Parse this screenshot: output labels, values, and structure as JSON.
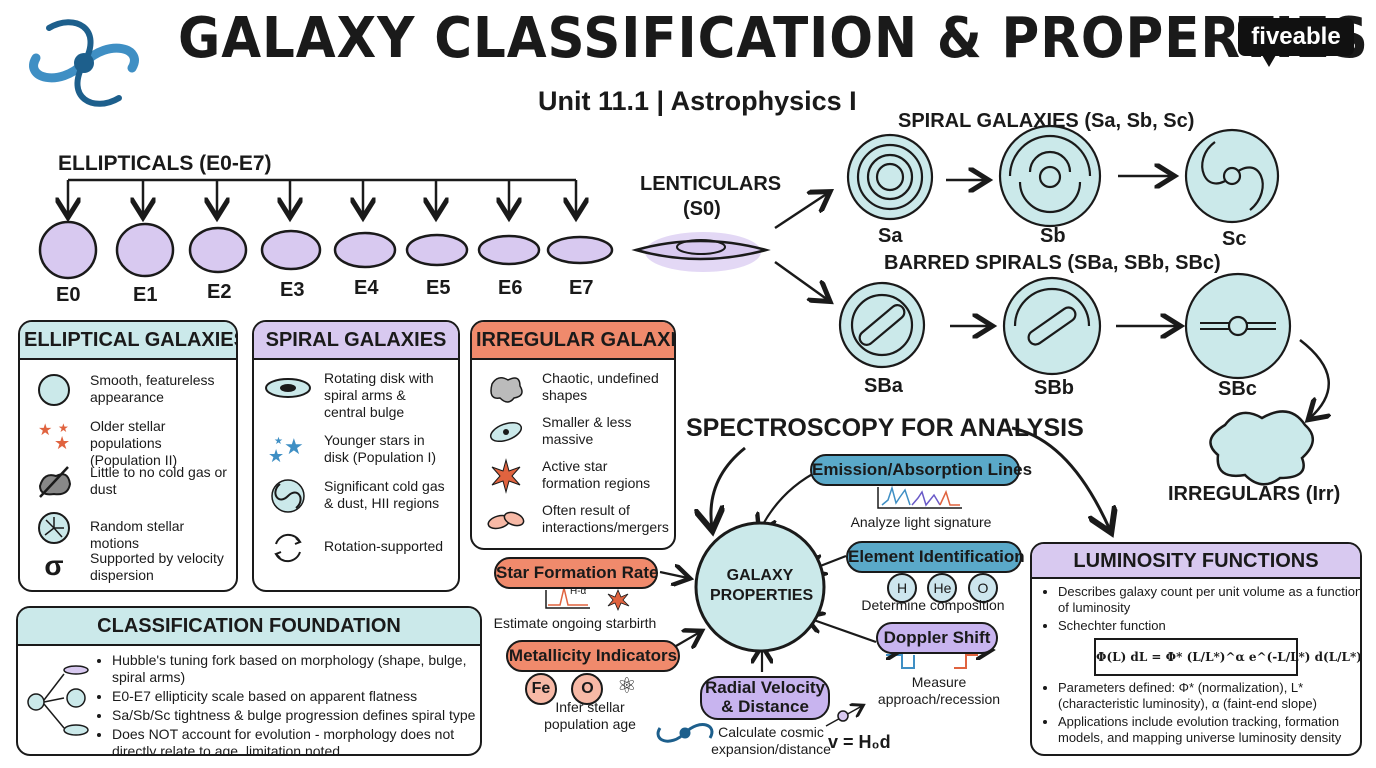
{
  "header": {
    "title": "GALAXY CLASSIFICATION & PROPERTIES",
    "subtitle": "Unit 11.1 | Astrophysics I",
    "brand": "fiveable"
  },
  "colors": {
    "lavender": "#d8c9f0",
    "cyan": "#cbe9ea",
    "salmon": "#f08a6c",
    "teal": "#5aa9c9",
    "purple": "#c8b4ef"
  },
  "hubble": {
    "ellipticals_title": "ELLIPTICALS (E0-E7)",
    "ellipticals": [
      "E0",
      "E1",
      "E2",
      "E3",
      "E4",
      "E5",
      "E6",
      "E7"
    ],
    "lenticular_title_line1": "LENTICULARS",
    "lenticular_title_line2": "(S0)",
    "spirals_title": "SPIRAL GALAXIES (Sa, Sb, Sc)",
    "spirals": [
      "Sa",
      "Sb",
      "Sc"
    ],
    "barred_title": "BARRED SPIRALS (SBa, SBb, SBc)",
    "barred": [
      "SBa",
      "SBb",
      "SBc"
    ],
    "irregulars_label": "IRREGULARS (Irr)"
  },
  "elliptical_panel": {
    "title": "ELLIPTICAL GALAXIES",
    "items": [
      {
        "icon": "smooth-sphere-icon",
        "text": "Smooth, featureless appearance"
      },
      {
        "icon": "old-stars-icon",
        "text": "Older stellar populations (Population II)"
      },
      {
        "icon": "no-gas-icon",
        "text": "Little to no cold gas or dust"
      },
      {
        "icon": "random-motion-icon",
        "text": "Random stellar motions"
      },
      {
        "icon": "sigma-icon",
        "text": "Supported by velocity dispersion",
        "glyph": "σ"
      }
    ]
  },
  "spiral_panel": {
    "title": "SPIRAL GALAXIES",
    "items": [
      {
        "icon": "rotating-disk-icon",
        "text": "Rotating disk with spiral arms & central bulge"
      },
      {
        "icon": "young-stars-icon",
        "text": "Younger stars in disk (Population I)"
      },
      {
        "icon": "gas-dust-icon",
        "text": "Significant cold gas & dust, HII regions"
      },
      {
        "icon": "rotation-icon",
        "text": "Rotation-supported"
      }
    ]
  },
  "irregular_panel": {
    "title": "IRREGULAR GALAXIES",
    "items": [
      {
        "icon": "chaotic-shape-icon",
        "text": "Chaotic, undefined shapes"
      },
      {
        "icon": "small-galaxy-icon",
        "text": "Smaller & less massive"
      },
      {
        "icon": "starburst-icon",
        "text": "Active star formation regions"
      },
      {
        "icon": "merger-icon",
        "text": "Often result of interactions/mergers"
      }
    ]
  },
  "foundation_panel": {
    "title": "CLASSIFICATION FOUNDATION",
    "bullets": [
      "Hubble's tuning fork based on morphology (shape, bulge, spiral arms)",
      "E0-E7 ellipticity scale based on apparent flatness",
      "Sa/Sb/Sc tightness & bulge progression defines spiral type",
      "Does NOT account for evolution - morphology does not directly relate to age, limitation noted"
    ]
  },
  "spectroscopy": {
    "title": "SPECTROSCOPY FOR ANALYSIS",
    "center": "GALAXY PROPERTIES",
    "emission": {
      "label": "Emission/Absorption Lines",
      "caption": "Analyze light signature"
    },
    "element": {
      "label": "Element Identification",
      "caption": "Determine composition",
      "chips": [
        "H",
        "He",
        "O"
      ]
    },
    "doppler": {
      "label": "Doppler Shift",
      "caption": "Measure approach/recession"
    },
    "sfr": {
      "label": "Star Formation Rate",
      "caption": "Estimate ongoing starbirth",
      "line_label": "H-α"
    },
    "metallicity": {
      "label": "Metallicity Indicators",
      "caption": "Infer stellar population age",
      "chips": [
        "Fe",
        "O"
      ]
    },
    "radial": {
      "label_line1": "Radial Velocity",
      "label_line2": "& Distance",
      "caption": "Calculate cosmic expansion/distance",
      "formula": "v = H₀d"
    }
  },
  "luminosity_panel": {
    "title": "LUMINOSITY FUNCTIONS",
    "bullets_top": [
      "Describes galaxy count per unit volume as a function of luminosity",
      "Schechter function"
    ],
    "formula": "Φ(L) dL = Φ* (L/L*)^α e^(-L/L*) d(L/L*)",
    "bullets_bottom": [
      "Parameters defined: Φ* (normalization), L* (characteristic luminosity), α (faint-end slope)",
      "Applications include evolution tracking, formation models, and mapping universe luminosity density"
    ]
  }
}
